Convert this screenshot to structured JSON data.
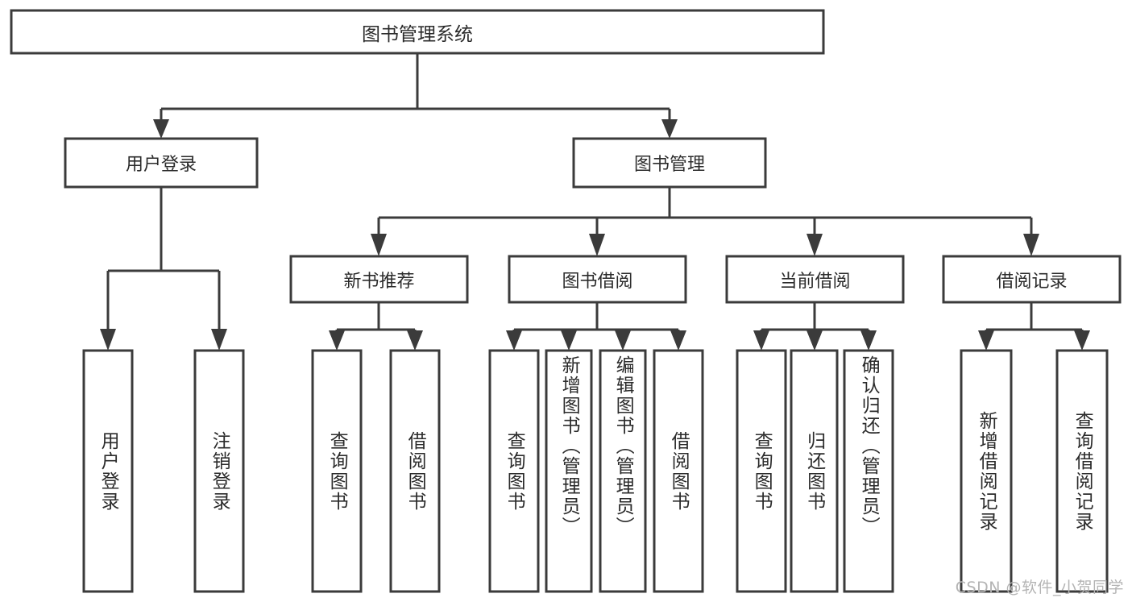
{
  "diagram": {
    "title": "图书管理系统",
    "watermark": "CSDN @软件_小贺同学",
    "colors": {
      "stroke": "#3b3b3b",
      "box_fill": "#ffffff",
      "text": "#2b2b2b",
      "background": "#ffffff",
      "watermark": "#b4b4b4"
    },
    "root": {
      "label": "图书管理系统"
    },
    "level2": [
      {
        "label": "用户登录"
      },
      {
        "label": "图书管理"
      }
    ],
    "level3": [
      {
        "label": "新书推荐"
      },
      {
        "label": "图书借阅"
      },
      {
        "label": "当前借阅"
      },
      {
        "label": "借阅记录"
      }
    ],
    "leaves": {
      "user_login": [
        {
          "label": "用户登录"
        },
        {
          "label": "注销登录"
        }
      ],
      "new_book_recommend": [
        {
          "label": "查询图书"
        },
        {
          "label": "借阅图书"
        }
      ],
      "book_borrow": [
        {
          "label": "查询图书"
        },
        {
          "label": "新增图书（管理员）"
        },
        {
          "label": "编辑图书（管理员）"
        },
        {
          "label": "借阅图书"
        }
      ],
      "current_borrow": [
        {
          "label": "查询图书"
        },
        {
          "label": "归还图书"
        },
        {
          "label": "确认归还（管理员）"
        }
      ],
      "borrow_record": [
        {
          "label": "新增借阅记录"
        },
        {
          "label": "查询借阅记录"
        }
      ]
    }
  }
}
